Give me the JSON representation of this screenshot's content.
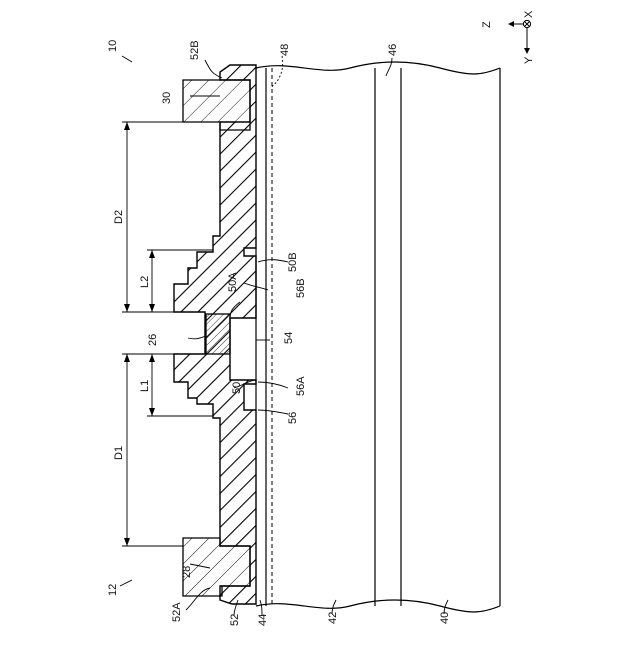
{
  "labels": {
    "ref_10": "10",
    "ref_12": "12",
    "ref_52B": "52B",
    "ref_48": "48",
    "ref_46": "46",
    "ref_30": "30",
    "ref_D2": "D2",
    "ref_L2": "L2",
    "ref_50B": "50B",
    "ref_50A": "50A",
    "ref_56B": "56B",
    "ref_26": "26",
    "ref_54": "54",
    "ref_L1": "L1",
    "ref_50": "50",
    "ref_56A": "56A",
    "ref_56": "56",
    "ref_D1": "D1",
    "ref_28": "28",
    "ref_52A": "52A",
    "ref_52": "52",
    "ref_44": "44",
    "ref_42": "42",
    "ref_40": "40"
  },
  "axes": {
    "z": "Z",
    "x": "X",
    "y": "Y"
  }
}
